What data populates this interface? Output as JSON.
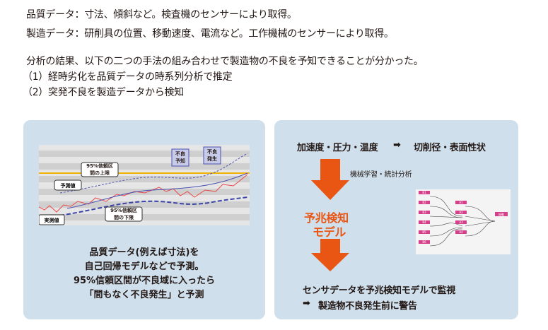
{
  "intro": {
    "line1": "品質データ：寸法、傾斜など。検査機のセンサーにより取得。",
    "line2": "製造データ：研削具の位置、移動速度、電流など。工作機械のセンサーにより取得。",
    "line3": "分析の結果、以下の二つの手法の組み合わせで製造物の不良を予知できることが分かった。",
    "line4": "（1）経時劣化を品質データの時系列分析で推定",
    "line5": "（2）突発不良を製造データから検知"
  },
  "left_panel": {
    "chart_labels": {
      "upper": "95%信頼区間の上限",
      "lower": "95%信頼区間の下限",
      "predicted": "予測値",
      "actual": "実測値",
      "predict_fail": "不良予知",
      "fail": "不良発生"
    },
    "caption": [
      "品質データ(例えば寸法)を",
      "自己回帰モデルなどで予測。",
      "95%信頼区間が不良域に入ったら",
      "「間もなく不良発生」と予測"
    ]
  },
  "right_panel": {
    "inputs": "加速度・圧力・温度",
    "arrow": "➡",
    "outputs": "切削径・表面性状",
    "method": "機械学習・統計分析",
    "model": [
      "予兆検知",
      "モデル"
    ],
    "result1": "センサデータを予兆検知モデルで監視",
    "result2_arrow": "➡",
    "result2": "製造物不良発生前に警告",
    "network": {
      "inputs": [
        "B1",
        "B2",
        "B3",
        "B4",
        "B5",
        "B6"
      ],
      "hidden": [
        "A1",
        "A2",
        "A3",
        "A4"
      ],
      "output": "振動"
    }
  },
  "colors": {
    "panel": "#cfe0ec",
    "orange": "#e95513",
    "threshold": "#f0b400"
  }
}
